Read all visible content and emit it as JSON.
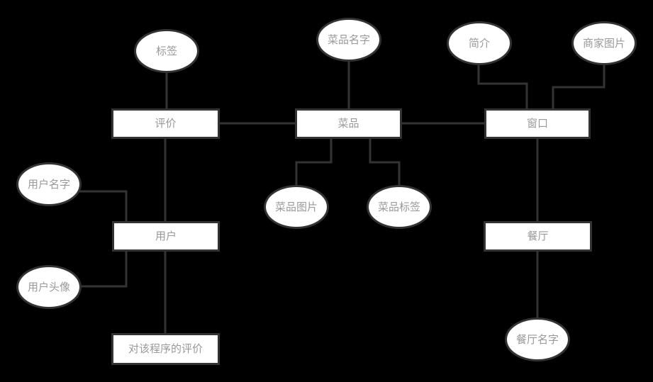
{
  "diagram": {
    "type": "er-diagram",
    "colors": {
      "background": "#000000",
      "shape_fill": "#ffffff",
      "stroke": "#333333",
      "text": "#999999"
    },
    "nodes": {
      "biaoqian": {
        "label": "标签",
        "shape": "ellipse"
      },
      "pingjia": {
        "label": "评价",
        "shape": "rect"
      },
      "caipin_mingzi": {
        "label": "菜品名字",
        "shape": "ellipse"
      },
      "caipin": {
        "label": "菜品",
        "shape": "rect"
      },
      "jianjie": {
        "label": "简介",
        "shape": "ellipse"
      },
      "shangjia_tupian": {
        "label": "商家图片",
        "shape": "ellipse"
      },
      "chuangkou": {
        "label": "窗口",
        "shape": "rect"
      },
      "yonghu_mingzi": {
        "label": "用户名字",
        "shape": "ellipse"
      },
      "yonghu": {
        "label": "用户",
        "shape": "rect"
      },
      "yonghu_touxiang": {
        "label": "用户头像",
        "shape": "ellipse"
      },
      "caipin_tupian": {
        "label": "菜品图片",
        "shape": "ellipse"
      },
      "caipin_biaoqian": {
        "label": "菜品标签",
        "shape": "ellipse"
      },
      "app_pingjia": {
        "label": "对该程序的评价",
        "shape": "rect"
      },
      "canting": {
        "label": "餐厅",
        "shape": "rect"
      },
      "canting_mingzi": {
        "label": "餐厅名字",
        "shape": "ellipse"
      }
    },
    "edges": [
      {
        "from": "标签",
        "to": "评价"
      },
      {
        "from": "评价",
        "to": "菜品"
      },
      {
        "from": "菜品名字",
        "to": "菜品"
      },
      {
        "from": "菜品",
        "to": "窗口"
      },
      {
        "from": "简介",
        "to": "窗口"
      },
      {
        "from": "商家图片",
        "to": "窗口"
      },
      {
        "from": "菜品",
        "to": "菜品图片"
      },
      {
        "from": "菜品",
        "to": "菜品标签"
      },
      {
        "from": "评价",
        "to": "用户"
      },
      {
        "from": "用户名字",
        "to": "用户"
      },
      {
        "from": "用户头像",
        "to": "用户"
      },
      {
        "from": "用户",
        "to": "对该程序的评价"
      },
      {
        "from": "窗口",
        "to": "餐厅"
      },
      {
        "from": "餐厅",
        "to": "餐厅名字"
      }
    ]
  }
}
